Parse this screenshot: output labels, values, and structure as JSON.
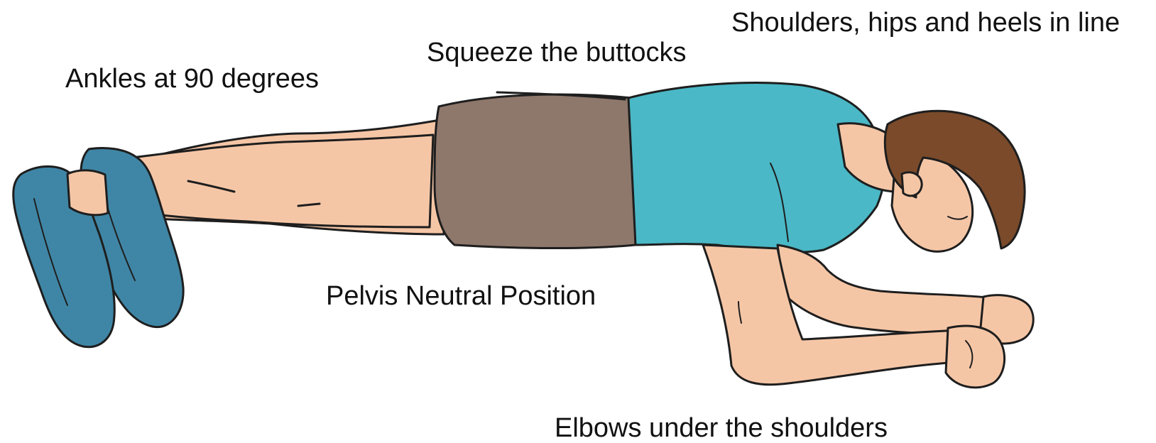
{
  "labels": {
    "shoulders": "Shoulders, hips and heels in line",
    "buttocks": "Squeeze the buttocks",
    "ankles": "Ankles at 90 degrees",
    "pelvis": "Pelvis Neutral Position",
    "elbows": "Elbows under the shoulders"
  },
  "colors": {
    "skin": "#f5c6a6",
    "skin_shade": "#e3a98a",
    "shirt": "#4ab8c6",
    "shorts": "#8e776b",
    "shoes": "#3f86a6",
    "hair": "#7a4a2a",
    "outline": "#1e1e1e"
  }
}
